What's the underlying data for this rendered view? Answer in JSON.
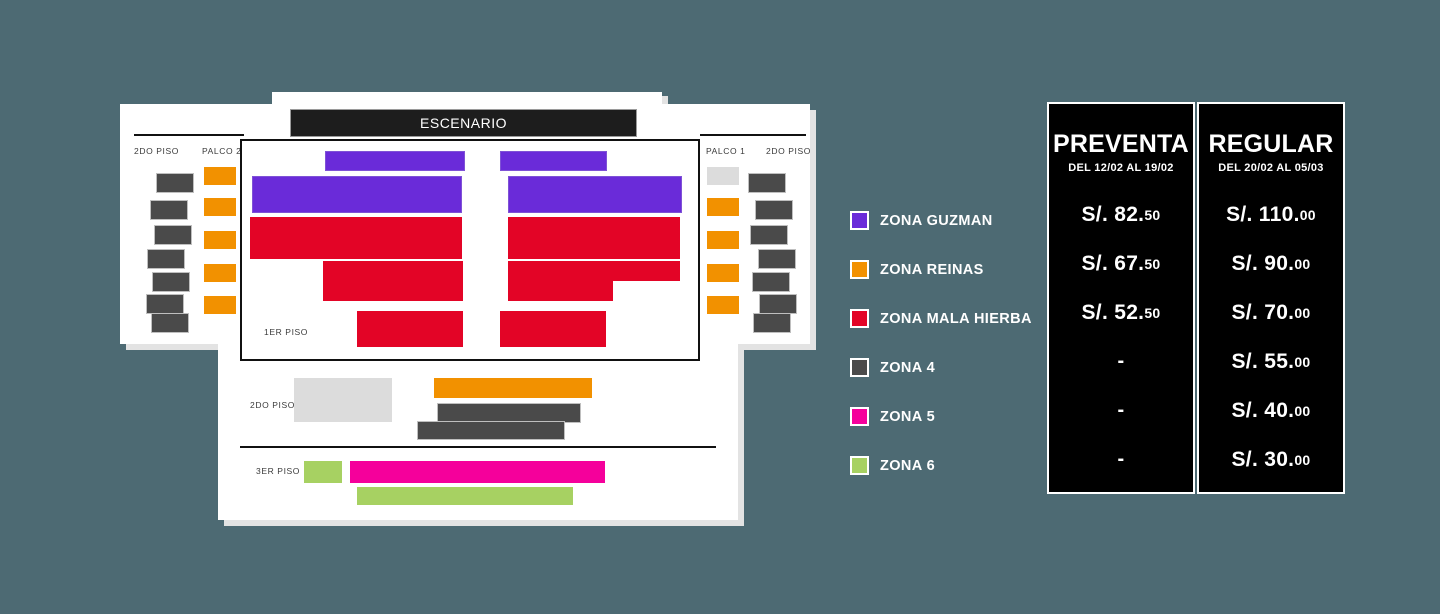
{
  "background_color": "#4d6a73",
  "venue_map": {
    "stage_label": "ESCENARIO",
    "floor_labels": {
      "left_balcony_tier": "2DO PISO",
      "left_box": "PALCO 2",
      "right_box": "PALCO 1",
      "right_balcony_tier": "2DO PISO",
      "main_floor": "1ER PISO",
      "second_floor": "2DO PISO",
      "third_floor": "3ER PISO"
    },
    "colors": {
      "purple": "#6a2bd9",
      "red": "#e30426",
      "orange": "#f29100",
      "dark_gray": "#4a4a4a",
      "light_gray": "#dcdcdc",
      "magenta": "#f5009b",
      "green": "#a7d162",
      "stage_bar": "#1d1d1d"
    }
  },
  "legend": {
    "items": [
      {
        "label": "ZONA GUZMAN",
        "color": "#6a2bd9"
      },
      {
        "label": "ZONA REINAS",
        "color": "#f29100"
      },
      {
        "label": "ZONA MALA HIERBA",
        "color": "#e30426"
      },
      {
        "label": "ZONA 4",
        "color": "#4a4a4a"
      },
      {
        "label": "ZONA 5",
        "color": "#f5009b"
      },
      {
        "label": "ZONA 6",
        "color": "#a7d162"
      }
    ]
  },
  "price_table": {
    "columns": [
      {
        "title": "PREVENTA",
        "subtitle": "DEL 12/02 AL 19/02",
        "prices": [
          {
            "whole": "S/. 82.",
            "cents": "50"
          },
          {
            "whole": "S/. 67.",
            "cents": "50"
          },
          {
            "whole": "S/. 52.",
            "cents": "50"
          },
          {
            "whole": "-",
            "cents": ""
          },
          {
            "whole": "-",
            "cents": ""
          },
          {
            "whole": "-",
            "cents": ""
          }
        ]
      },
      {
        "title": "REGULAR",
        "subtitle": "DEL 20/02 AL 05/03",
        "prices": [
          {
            "whole": "S/. 110.",
            "cents": "00"
          },
          {
            "whole": "S/. 90.",
            "cents": "00"
          },
          {
            "whole": "S/. 70.",
            "cents": "00"
          },
          {
            "whole": "S/. 55.",
            "cents": "00"
          },
          {
            "whole": "S/. 40.",
            "cents": "00"
          },
          {
            "whole": "S/. 30.",
            "cents": "00"
          }
        ]
      }
    ]
  }
}
